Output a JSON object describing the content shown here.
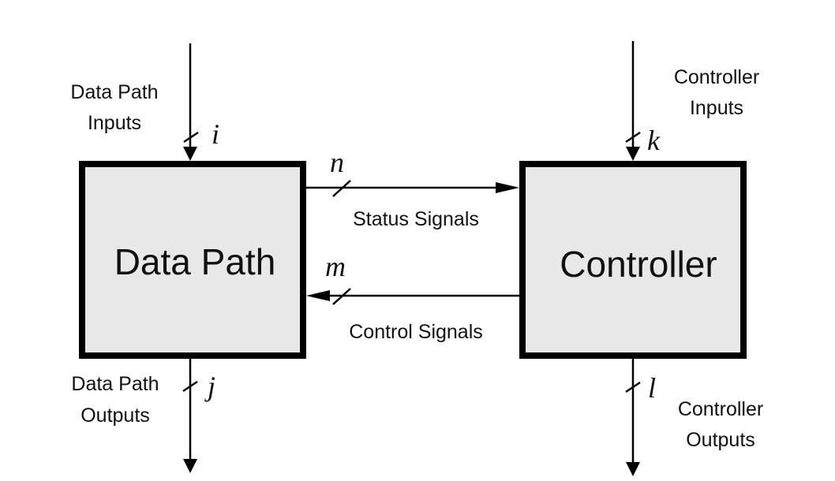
{
  "diagram": {
    "type": "block-diagram",
    "colors": {
      "block_fill": "#e8e8e8",
      "stroke": "#000000",
      "text": "#111111",
      "background": "#ffffff"
    },
    "blocks": [
      {
        "id": "datapath",
        "label": "Data Path"
      },
      {
        "id": "controller",
        "label": "Controller"
      }
    ],
    "buses": {
      "datapath_inputs": {
        "label_line1": "Data Path",
        "label_line2": "Inputs",
        "width_var": "i",
        "direction": "into datapath"
      },
      "datapath_outputs": {
        "label_line1": "Data Path",
        "label_line2": "Outputs",
        "width_var": "j",
        "direction": "out of datapath"
      },
      "controller_inputs": {
        "label_line1": "Controller",
        "label_line2": "Inputs",
        "width_var": "k",
        "direction": "into controller"
      },
      "controller_outputs": {
        "label_line1": "Controller",
        "label_line2": "Outputs",
        "width_var": "l",
        "direction": "out of controller"
      },
      "status_signals": {
        "label": "Status Signals",
        "width_var": "n",
        "from": "datapath",
        "to": "controller"
      },
      "control_signals": {
        "label": "Control Signals",
        "width_var": "m",
        "from": "controller",
        "to": "datapath"
      }
    }
  }
}
